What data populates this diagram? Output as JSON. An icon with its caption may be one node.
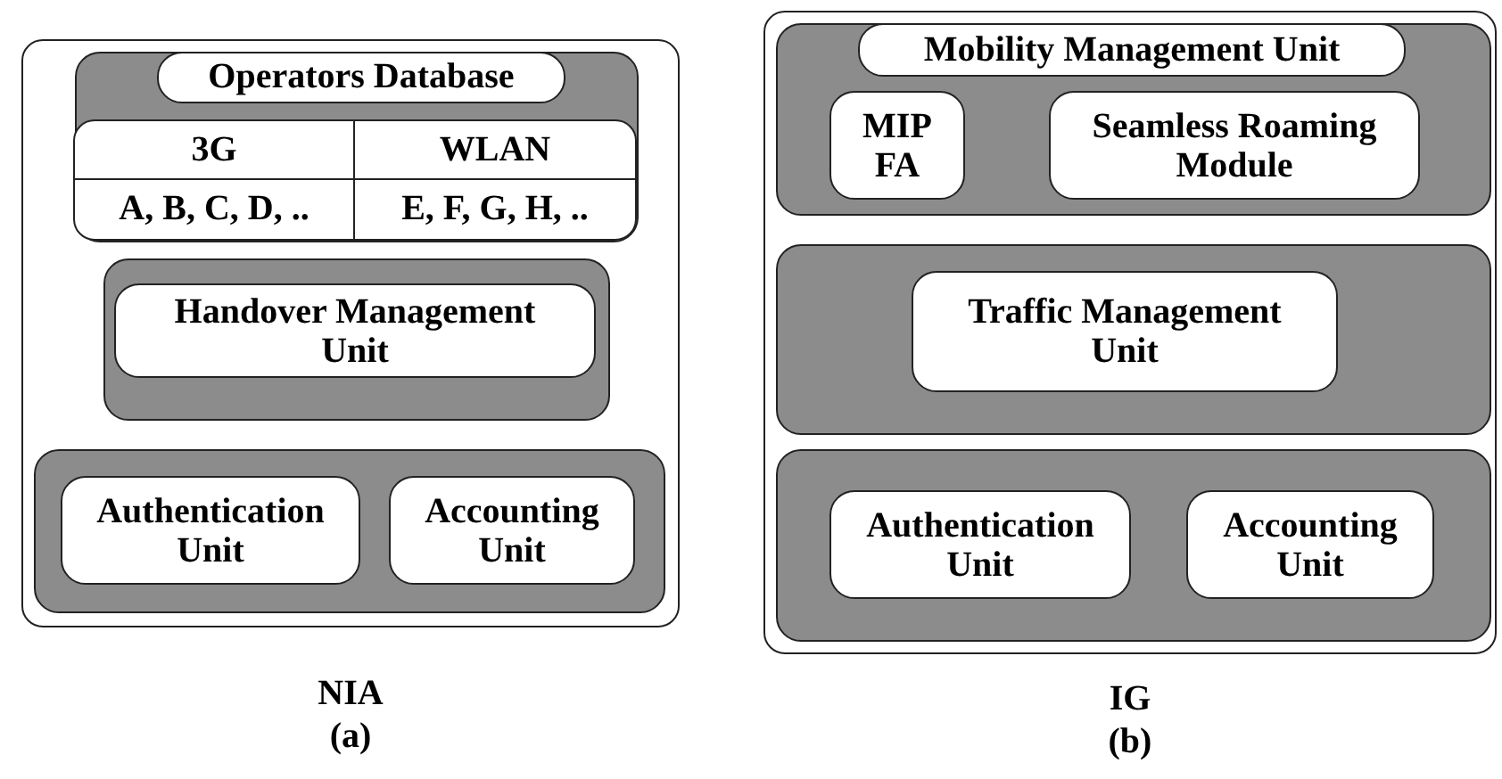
{
  "diagram": {
    "nodes": [
      {
        "text": [],
        "shape": "box",
        "beside": [
          "NIA",
          "(a)"
        ]
      },
      {
        "text": [],
        "shape": "box",
        "in": 0
      },
      {
        "text": [
          "Operators Database"
        ],
        "in": 1
      },
      {
        "text": [
          "3G",
          "WLAN",
          "A, B, C, D, ..",
          "E, F, G, H, .."
        ],
        "in": 1
      },
      {
        "text": [],
        "shape": "box",
        "in": 0
      },
      {
        "text": [
          "Handover Management Unit"
        ],
        "in": 4
      },
      {
        "text": [],
        "shape": "box",
        "in": 0
      },
      {
        "text": [
          "Authentication Unit"
        ],
        "in": 6
      },
      {
        "text": [
          "Accounting Unit"
        ],
        "in": 6
      },
      {
        "text": [],
        "shape": "box",
        "beside": [
          "IG",
          "(b)"
        ]
      },
      {
        "text": [],
        "shape": "box",
        "in": 9
      },
      {
        "text": [
          "Mobility Management Unit"
        ],
        "in": 10
      },
      {
        "text": [
          "MIP FA"
        ],
        "in": 10
      },
      {
        "text": [
          "Seamless Roaming Module"
        ],
        "in": 10
      },
      {
        "text": [],
        "shape": "box",
        "in": 9
      },
      {
        "text": [
          "Traffic Management Unit"
        ],
        "in": 14
      },
      {
        "text": [],
        "shape": "box",
        "in": 9
      },
      {
        "text": [
          "Authentication Unit"
        ],
        "in": 16
      },
      {
        "text": [
          "Accounting Unit"
        ],
        "in": 16
      }
    ]
  }
}
